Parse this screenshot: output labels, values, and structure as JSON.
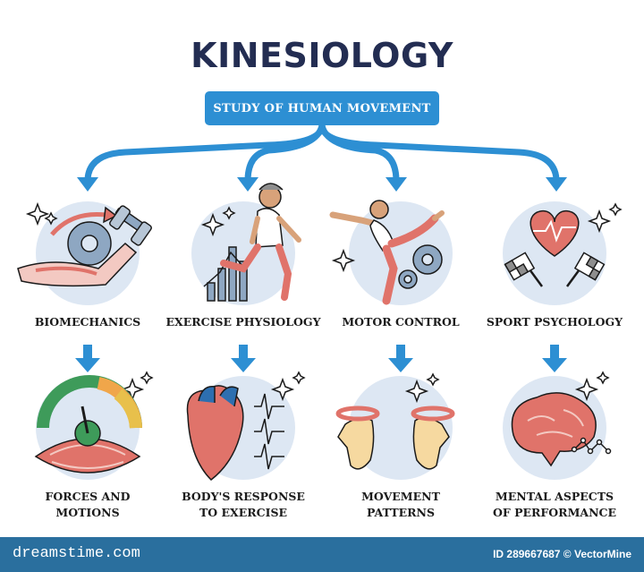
{
  "title": "KINESIOLOGY",
  "banner": "STUDY OF HUMAN MOVEMENT",
  "categories": [
    {
      "label": "BIOMECHANICS",
      "sub_line1": "FORCES AND",
      "sub_line2": "MOTIONS",
      "top_icon": "arm-dumbbell-gear-icon",
      "bottom_icon": "muscle-gauge-icon"
    },
    {
      "label": "EXERCISE PHYSIOLOGY",
      "sub_line1": "BODY'S RESPONSE",
      "sub_line2": "TO EXERCISE",
      "top_icon": "runner-chart-icon",
      "bottom_icon": "heart-ecg-icon"
    },
    {
      "label": "MOTOR CONTROL",
      "sub_line1": "MOVEMENT",
      "sub_line2": "PATTERNS",
      "top_icon": "yoga-pose-gears-icon",
      "bottom_icon": "hands-rotation-icon"
    },
    {
      "label": "SPORT PSYCHOLOGY",
      "sub_line1": "MENTAL ASPECTS",
      "sub_line2": "OF PERFORMANCE",
      "top_icon": "heart-flags-icon",
      "bottom_icon": "brain-network-icon"
    }
  ],
  "footer": {
    "brand": "dreamstime.com",
    "credit": "ID 289667687 © VectorMine"
  },
  "colors": {
    "title": "#232d52",
    "accent_blue": "#2d8fd3",
    "circle_bg": "#dde7f3",
    "footer": "#2a6f9e"
  }
}
